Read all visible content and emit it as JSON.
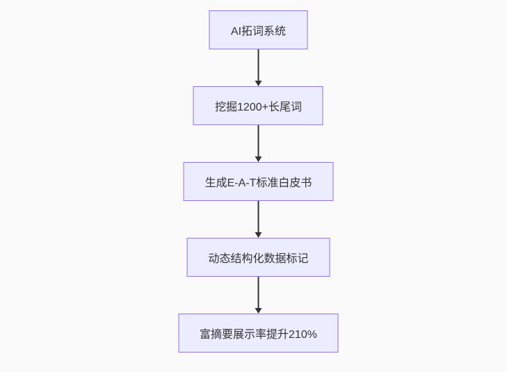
{
  "flowchart": {
    "type": "flowchart-top-down",
    "nodes": [
      {
        "id": "1",
        "label": "AI拓词系统"
      },
      {
        "id": "2",
        "label": "挖掘1200+长尾词"
      },
      {
        "id": "3",
        "label": "生成E-A-T标准白皮书"
      },
      {
        "id": "4",
        "label": "动态结构化数据标记"
      },
      {
        "id": "5",
        "label": "富摘要展示率提升210%"
      }
    ],
    "edges": [
      {
        "from": "1",
        "to": "2"
      },
      {
        "from": "2",
        "to": "3"
      },
      {
        "from": "3",
        "to": "4"
      },
      {
        "from": "4",
        "to": "5"
      }
    ],
    "colors": {
      "node_fill": "#ECECFF",
      "node_border": "#9370DB",
      "node_text": "#333333",
      "arrow": "#333333",
      "background": "#fafafa"
    }
  }
}
